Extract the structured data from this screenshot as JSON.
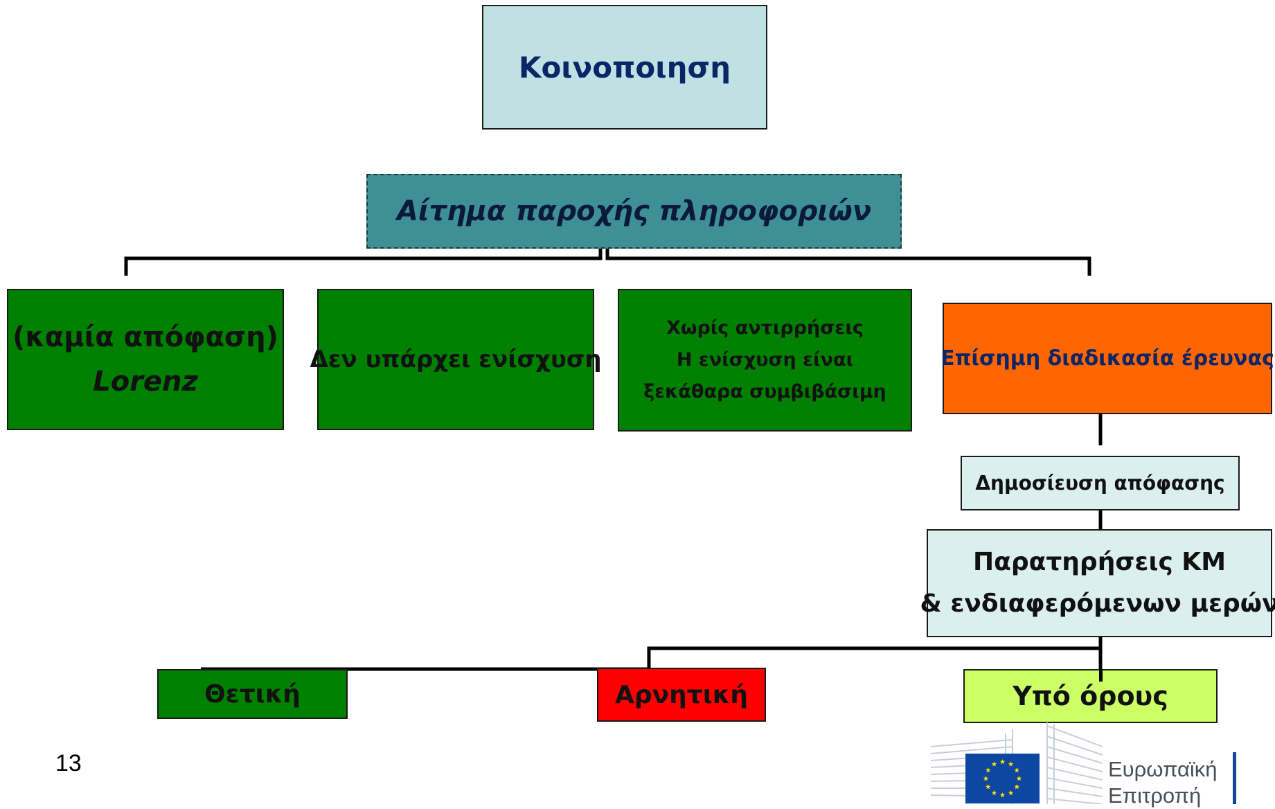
{
  "diagram": {
    "notification": "Κοινοποιηση",
    "info_request": "Αίτημα παροχής πληροφοριών",
    "no_decision": {
      "line1": "(καμία απόφαση)",
      "line2": "Lorenz"
    },
    "no_aid": "Δεν υπάρχει ενίσχυση",
    "no_objections": {
      "line1": "Χωρίς αντιρρήσεις",
      "line2": "Η ενίσχυση είναι",
      "line3": "ξεκάθαρα συμβιβάσιμη"
    },
    "formal_investigation": "Επίσημη διαδικασία έρευνας",
    "publication": "Δημοσίευση απόφασης",
    "observations": {
      "line1": "Παρατηρήσεις ΚΜ",
      "line2": "& ενδιαφερόμενων μερών"
    },
    "positive": "Θετική",
    "negative": "Αρνητική",
    "conditional": "Υπό όρους"
  },
  "footer": {
    "page_number": "13",
    "logo_line1": "Ευρωπαϊκή",
    "logo_line2": "Επιτροπή"
  },
  "colors": {
    "light_blue": "#bfe1e4",
    "teal": "#3f8f97",
    "green": "#008000",
    "orange": "#ff6600",
    "pale_blue": "#dcefef",
    "red": "#ff0000",
    "lime": "#ccff66",
    "navy_text": "#0b2566",
    "eu_blue": "#0e47a1",
    "eu_gold": "#ffdd00"
  }
}
